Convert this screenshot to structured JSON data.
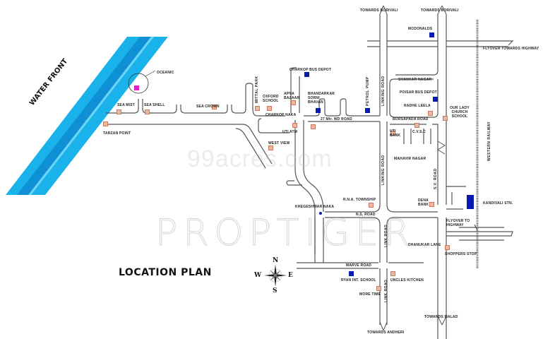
{
  "map": {
    "title": "LOCATION PLAN",
    "water_label": "WATER FRONT",
    "watermarks": [
      "99acres.com",
      "PROPTIGER"
    ],
    "compass": {
      "n": "N",
      "s": "S",
      "e": "E",
      "w": "W"
    },
    "colors": {
      "water": "#1ab2ea",
      "water_dark": "#0f8fd6",
      "project_marker": "#e020c8",
      "landmark_marker": "#e8b8a0",
      "transport_marker": "#0a1ab0",
      "road": "#555555"
    },
    "roads": {
      "linking_road": "LINKING ROAD",
      "sv_road": "S.V. ROAD",
      "western_railway": "WESTERN RAILWAY",
      "ns_road": "N.S. ROAD",
      "marve_road": "MARVE ROAD",
      "link_road": "LINK ROAD",
      "road_27": "27 Mtr. WD ROAD",
      "borsapada_road": "BORSAPADA ROAD",
      "dhanukar_lane": "DHANUKAR LANE"
    },
    "directions": {
      "towards_borivali_1": "TOWARDS BORIVALI",
      "towards_borivali_2": "TOWARDS BORIVALI",
      "towards_andheri": "TOWARDS ANDHERI",
      "towards_malad": "TOWARDS MALAD",
      "flyover_highway_top": "FLYOVER TOWARDS HIGHWAY",
      "flyover_highway_bottom": "FLYOVER TO HIGHWAY"
    },
    "landmarks": {
      "oceanic": "OCEANIC",
      "sea_mist": "SEA MIST",
      "sea_shell": "SEA SHELL",
      "sea_crown": "SEA CROWN",
      "tarzan_point": "TARZAN POINT",
      "mittal_park": "MITTAL PARK",
      "oxford_school": "OXFORD SCHOOL",
      "apna_bazaar": "APNA BAZAAR",
      "charkop_naka": "CHARKOP NAKA",
      "charkop_bus_depot": "CHARKOP BUS DEPOT",
      "bhandarkar_sorni_bhavan": "BHANDARKAR SORNI BHAVAN",
      "petrol_pump": "PETROL PUMP",
      "uti_atm": "UTI ATM",
      "west_view": "WEST VIEW",
      "mcdonalds": "MCDONALDS",
      "shankar_nagar": "SHANKAR NAGAR",
      "poisar_bus_depot": "POISAR BUS DEPOT",
      "radhe_leela": "RADHE LEELA",
      "our_lady_church_school": "OUR LADY CHURCH SCHOOL",
      "uti_bank": "UTI BANK",
      "cvsc": "C.V.S.C",
      "mahavir_nagar": "MAHAVIR NAGAR",
      "dena_bank": "DENA BANK",
      "kandivali_stn": "KANDIVALI STN.",
      "shoppers_stop": "SHOPPERS STOP",
      "rna_township": "R.N.A. TOWNSHIP",
      "khegeshwar_naka": "KHEGESHWAR NAKA",
      "ryan_int_school": "RYAN INT. SCHOOL",
      "uncles_kitchen": "UNCLES KITCHEN",
      "more_time": "MORE TIME"
    }
  }
}
